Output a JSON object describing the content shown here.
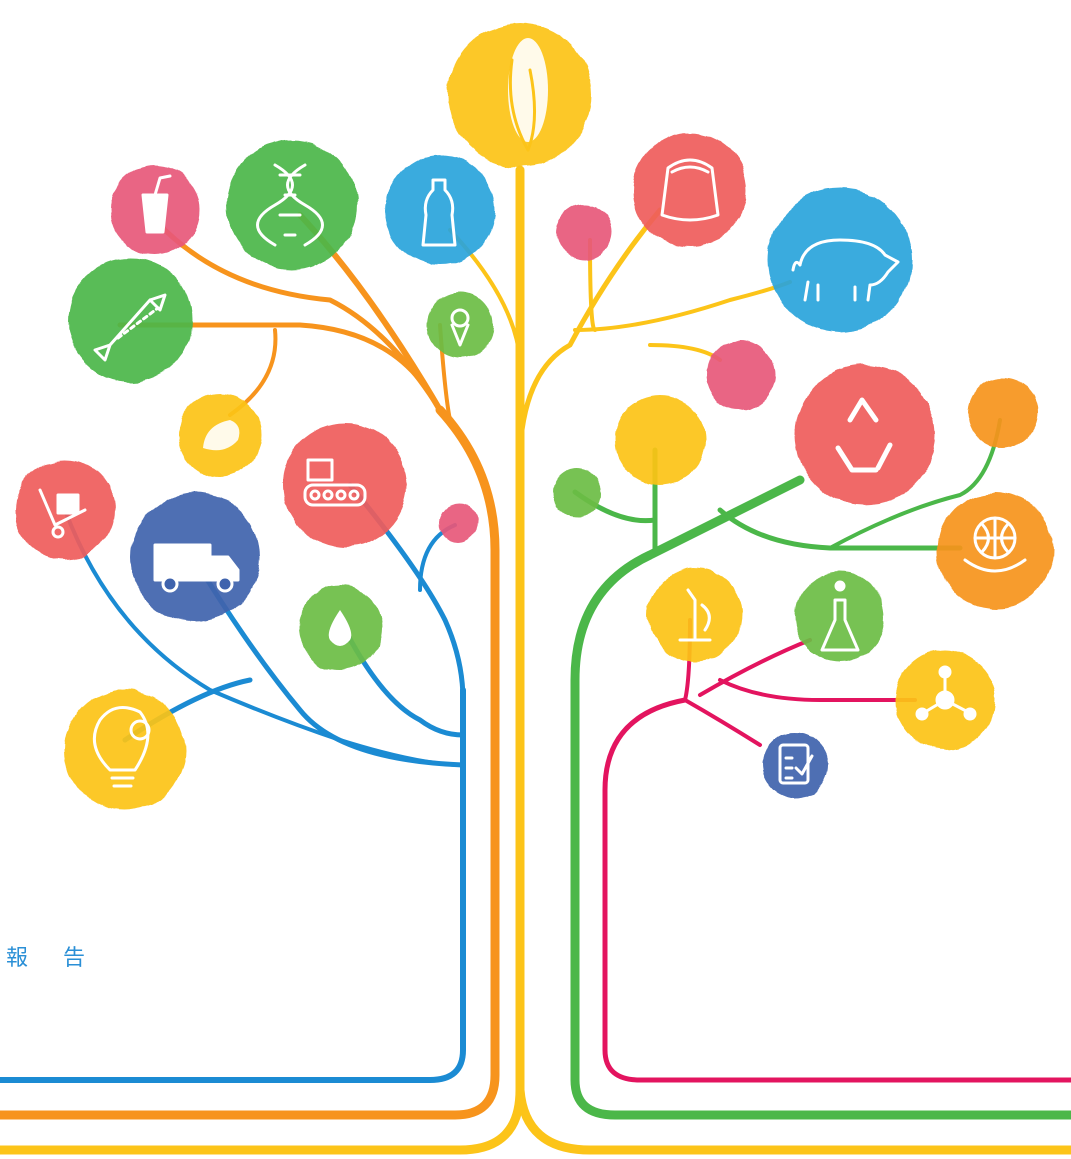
{
  "caption_text": "報 告",
  "colors": {
    "yellow": "#fcc419",
    "orange": "#f7941d",
    "blue": "#1b8bd3",
    "green": "#4bb749",
    "magenta": "#e3145f",
    "red": "#ef5d5b",
    "pink": "#e8587a",
    "lime": "#6cbd45",
    "royal": "#3f63ad",
    "sky": "#2aa4dc"
  },
  "nodes": [
    {
      "name": "corn-icon-node",
      "fill": "#fcc419",
      "icon": "corn-icon"
    },
    {
      "name": "flour-sack-icon-node",
      "fill": "#ef5d5b",
      "icon": "flour-sack-icon"
    },
    {
      "name": "pig-icon-node",
      "fill": "#2aa4dc",
      "icon": "pig-icon"
    },
    {
      "name": "drink-cup-icon-node",
      "fill": "#e8587a",
      "icon": "drink-cup-icon"
    },
    {
      "name": "dna-icon-node",
      "fill": "#4bb749",
      "icon": "dna-icon"
    },
    {
      "name": "water-bottle-icon-node",
      "fill": "#2aa4dc",
      "icon": "water-bottle-icon"
    },
    {
      "name": "candy-icon-node",
      "fill": "#4bb749",
      "icon": "candy-icon"
    },
    {
      "name": "ice-cream-icon-node",
      "fill": "#6cbd45",
      "icon": "ice-cream-icon"
    },
    {
      "name": "bread-icon-node",
      "fill": "#fcc419",
      "icon": "bread-icon"
    },
    {
      "name": "conveyor-icon-node",
      "fill": "#ef5d5b",
      "icon": "conveyor-icon"
    },
    {
      "name": "hand-truck-icon-node",
      "fill": "#ef5d5b",
      "icon": "hand-truck-icon"
    },
    {
      "name": "truck-icon-node",
      "fill": "#3f63ad",
      "icon": "truck-icon"
    },
    {
      "name": "water-drop-icon-node",
      "fill": "#6cbd45",
      "icon": "water-drop-icon"
    },
    {
      "name": "lightbulb-gear-icon-node",
      "fill": "#fcc419",
      "icon": "lightbulb-gear-icon"
    },
    {
      "name": "recycle-icon-node",
      "fill": "#ef5d5b",
      "icon": "recycle-icon"
    },
    {
      "name": "globe-hand-icon-node",
      "fill": "#f7941d",
      "icon": "globe-hand-icon"
    },
    {
      "name": "microscope-icon-node",
      "fill": "#fcc419",
      "icon": "microscope-icon"
    },
    {
      "name": "flask-icon-node",
      "fill": "#6cbd45",
      "icon": "flask-icon"
    },
    {
      "name": "molecule-icon-node",
      "fill": "#fcc419",
      "icon": "molecule-icon"
    },
    {
      "name": "checklist-icon-node",
      "fill": "#3f63ad",
      "icon": "checklist-icon"
    }
  ]
}
